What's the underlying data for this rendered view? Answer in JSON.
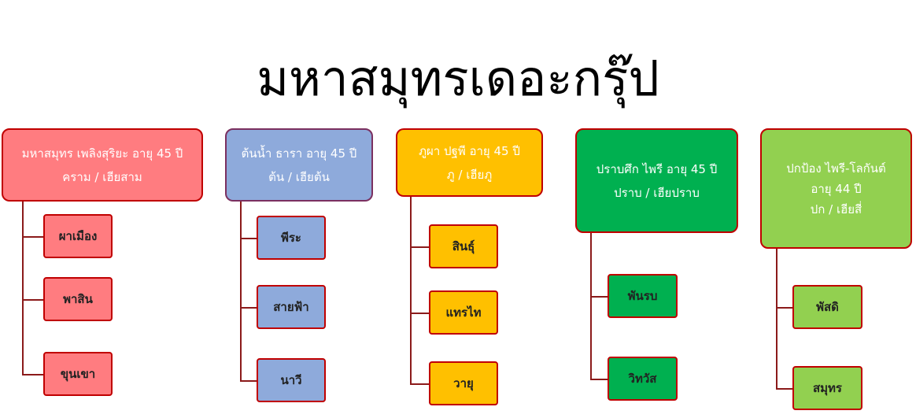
{
  "title": "มหาสมุทรเดอะกรุ๊ป",
  "groups": [
    {
      "color": "#ff7c80",
      "lines": [
        "มหาสมุทร เพลิงสุริยะ อายุ 45 ปี",
        "คราม / เฮียสาม"
      ],
      "children": [
        "ผาเมือง",
        "พาสิน",
        "ขุนเขา"
      ]
    },
    {
      "color": "#8eaadb",
      "lines": [
        "ต้นน้ำ ธารา อายุ 45 ปี",
        "ต้น / เฮียต้น"
      ],
      "children": [
        "พีระ",
        "สายฟ้า",
        "นาวี"
      ]
    },
    {
      "color": "#ffc000",
      "lines": [
        "ภูผา ปฐพี อายุ 45 ปี",
        "ภู / เฮียภู"
      ],
      "children": [
        "สินธุ์",
        "แทรไท",
        "วายุ"
      ]
    },
    {
      "color": "#00b050",
      "lines": [
        "ปราบศึก ไพรี อายุ 45 ปี",
        "ปราบ / เฮียปราบ"
      ],
      "children": [
        "พันรบ",
        "วิทวัส"
      ]
    },
    {
      "color": "#92d050",
      "lines": [
        "ปกป้อง ไพรี-โลกันต์",
        "อายุ 44 ปี",
        "ปก / เฮียสี่"
      ],
      "children": [
        "พัสดิ",
        "สมุทร"
      ]
    }
  ]
}
